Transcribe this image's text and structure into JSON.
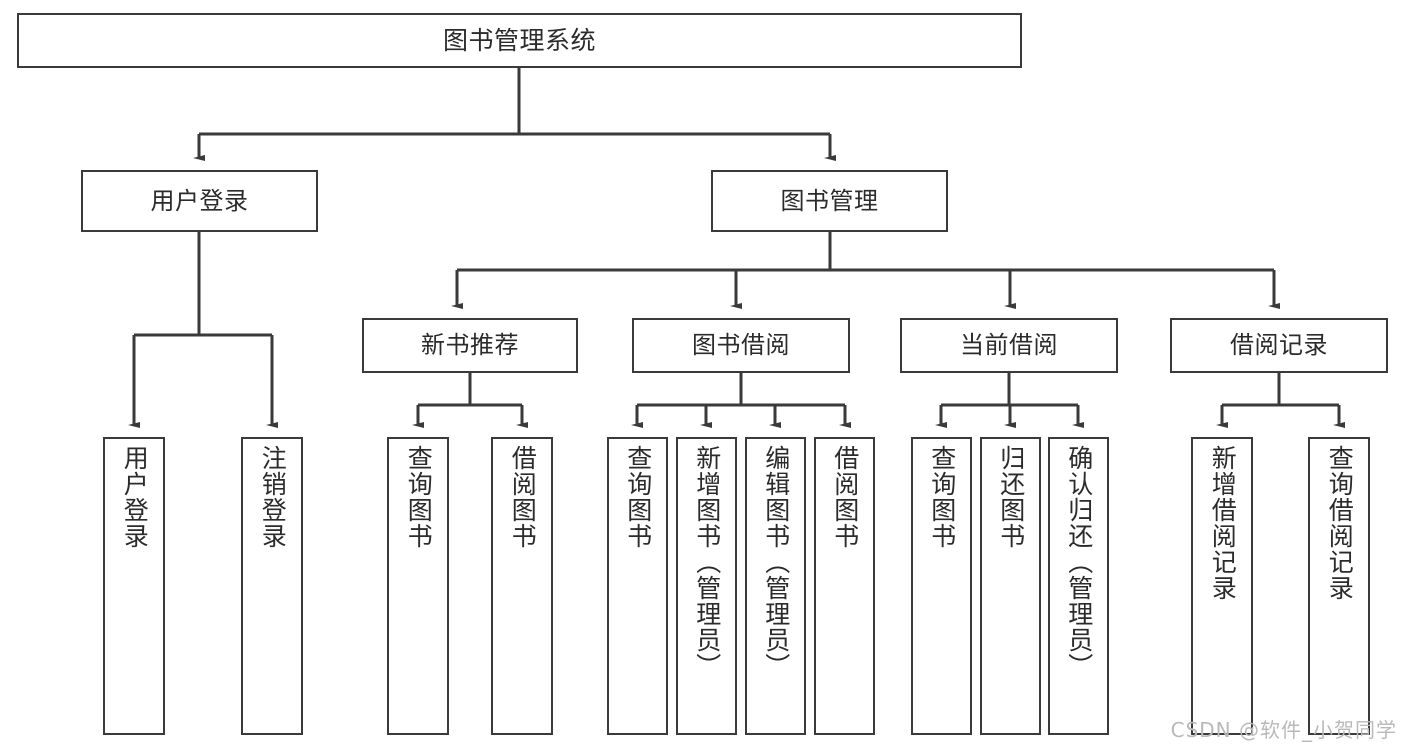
{
  "diagram": {
    "title": "图书管理系统",
    "type": "hierarchy-tree",
    "watermark": "CSDN @软件_小贺同学",
    "colors": {
      "background": "#ffffff",
      "box_border": "#3a3a3a",
      "box_fill": "#ffffff",
      "text": "#2b2b2b",
      "connector": "#3a3a3a",
      "watermark": "#b9b9b9"
    },
    "nodes": {
      "root": {
        "label": "图书管理系统",
        "level": 1,
        "orientation": "horizontal"
      },
      "l2": [
        {
          "id": "user-login",
          "label": "用户登录",
          "level": 2,
          "orientation": "horizontal"
        },
        {
          "id": "book-manage",
          "label": "图书管理",
          "level": 2,
          "orientation": "horizontal"
        }
      ],
      "l3": [
        {
          "id": "new-book-recommend",
          "label": "新书推荐",
          "level": 3,
          "orientation": "horizontal"
        },
        {
          "id": "book-borrow",
          "label": "图书借阅",
          "level": 3,
          "orientation": "horizontal"
        },
        {
          "id": "current-borrow",
          "label": "当前借阅",
          "level": 3,
          "orientation": "horizontal"
        },
        {
          "id": "borrow-record",
          "label": "借阅记录",
          "level": 3,
          "orientation": "horizontal"
        }
      ],
      "leaves": [
        {
          "id": "leaf-user-login",
          "label": "用户登录",
          "parent": "user-login",
          "orientation": "vertical"
        },
        {
          "id": "leaf-user-logout",
          "label": "注销登录",
          "parent": "user-login",
          "orientation": "vertical"
        },
        {
          "id": "leaf-query-book-1",
          "label": "查询图书",
          "parent": "new-book-recommend",
          "orientation": "vertical"
        },
        {
          "id": "leaf-borrow-book-1",
          "label": "借阅图书",
          "parent": "new-book-recommend",
          "orientation": "vertical"
        },
        {
          "id": "leaf-query-book-2",
          "label": "查询图书",
          "parent": "book-borrow",
          "orientation": "vertical"
        },
        {
          "id": "leaf-add-book",
          "label": "新增图书（管理员）",
          "parent": "book-borrow",
          "orientation": "vertical"
        },
        {
          "id": "leaf-edit-book",
          "label": "编辑图书（管理员）",
          "parent": "book-borrow",
          "orientation": "vertical"
        },
        {
          "id": "leaf-borrow-book-2",
          "label": "借阅图书",
          "parent": "book-borrow",
          "orientation": "vertical"
        },
        {
          "id": "leaf-query-book-3",
          "label": "查询图书",
          "parent": "current-borrow",
          "orientation": "vertical"
        },
        {
          "id": "leaf-return-book",
          "label": "归还图书",
          "parent": "current-borrow",
          "orientation": "vertical"
        },
        {
          "id": "leaf-confirm-return",
          "label": "确认归还（管理员）",
          "parent": "current-borrow",
          "orientation": "vertical"
        },
        {
          "id": "leaf-add-record",
          "label": "新增借阅记录",
          "parent": "borrow-record",
          "orientation": "vertical"
        },
        {
          "id": "leaf-query-record",
          "label": "查询借阅记录",
          "parent": "borrow-record",
          "orientation": "vertical"
        }
      ]
    }
  }
}
